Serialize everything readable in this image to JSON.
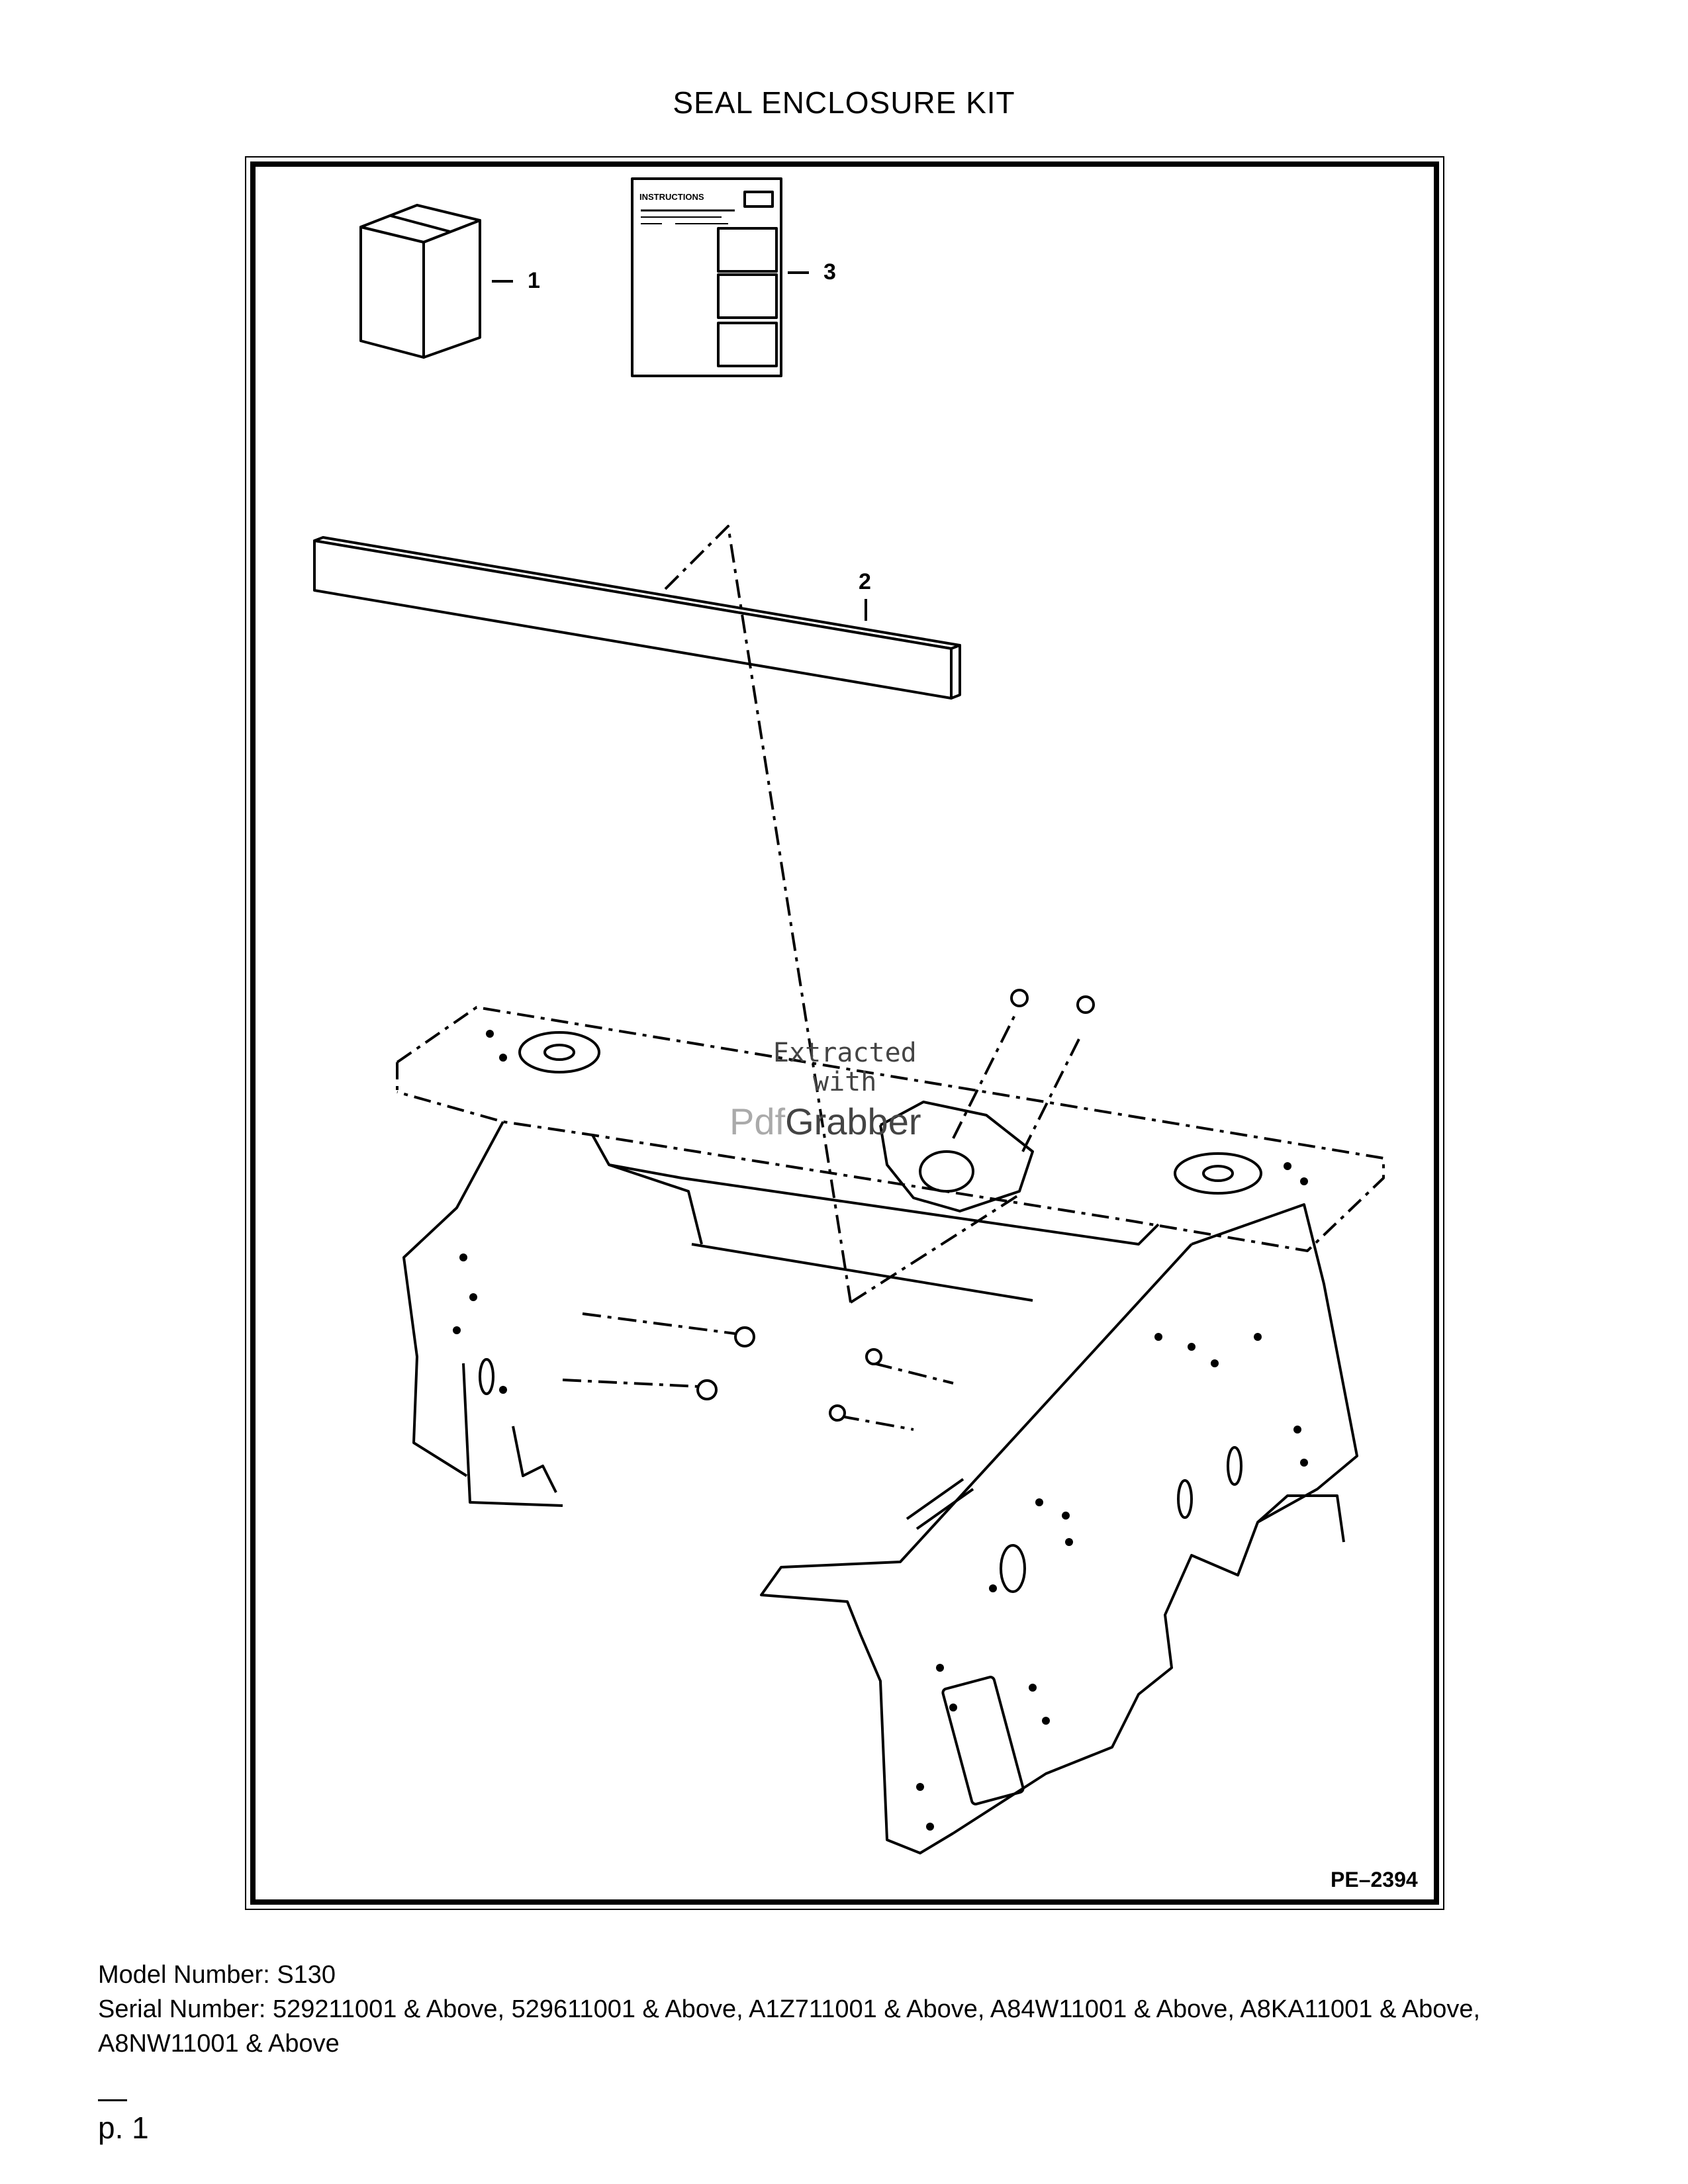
{
  "title": "SEAL ENCLOSURE KIT",
  "figure": {
    "id": "PE–2394",
    "callouts": [
      "1",
      "2",
      "3"
    ],
    "instruction_sheet_heading": "INSTRUCTIONS"
  },
  "watermark": {
    "line1": "Extracted",
    "line2": "with",
    "brand_a": "Pdf",
    "brand_b": "Grabber"
  },
  "footer": {
    "model_line": "Model Number: S130",
    "serial_line": "Serial Number: 529211001 & Above, 529611001 & Above, A1Z711001 & Above, A84W11001 & Above, A8KA11001 & Above, A8NW11001 & Above"
  },
  "page_label": "p. 1"
}
